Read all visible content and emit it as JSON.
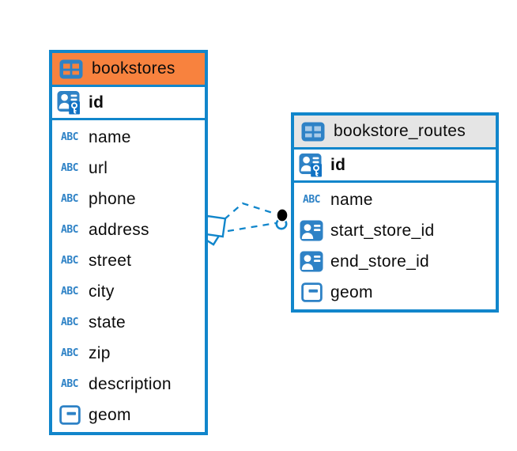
{
  "colors": {
    "table_border": "#1186CB",
    "connector": "#1186CB",
    "selected_header_bg": "#F8823E",
    "default_header_bg": "#E5E5E5",
    "icon_blue": "#2E82C6",
    "icon_cell_light": "#A9CBE8",
    "key_badge_blue": "#1172C4",
    "text": "#0c0c0c"
  },
  "tables": [
    {
      "name": "bookstores",
      "header_style": "selected",
      "header_icon": "table-icon",
      "keys": [
        {
          "name": "id",
          "icon": "person-key-icon"
        }
      ],
      "columns": [
        {
          "name": "name",
          "icon": "text-icon"
        },
        {
          "name": "url",
          "icon": "text-icon"
        },
        {
          "name": "phone",
          "icon": "text-icon"
        },
        {
          "name": "address",
          "icon": "text-icon"
        },
        {
          "name": "street",
          "icon": "text-icon"
        },
        {
          "name": "city",
          "icon": "text-icon"
        },
        {
          "name": "state",
          "icon": "text-icon"
        },
        {
          "name": "zip",
          "icon": "text-icon"
        },
        {
          "name": "description",
          "icon": "text-icon"
        },
        {
          "name": "geom",
          "icon": "geometry-icon"
        }
      ]
    },
    {
      "name": "bookstore_routes",
      "header_style": "default",
      "header_icon": "table-icon",
      "keys": [
        {
          "name": "id",
          "icon": "person-key-icon"
        }
      ],
      "columns": [
        {
          "name": "name",
          "icon": "text-icon"
        },
        {
          "name": "start_store_id",
          "icon": "person-icon"
        },
        {
          "name": "end_store_id",
          "icon": "person-icon"
        },
        {
          "name": "geom",
          "icon": "geometry-icon"
        }
      ]
    }
  ],
  "relationship": {
    "from": "bookstores",
    "to": "bookstore_routes",
    "style": "dashed",
    "line_count": 2
  }
}
